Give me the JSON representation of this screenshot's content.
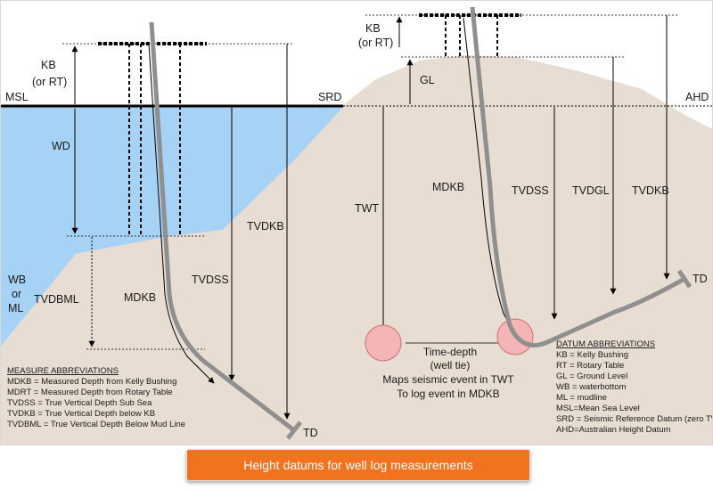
{
  "colors": {
    "water": "#a6d2f5",
    "ground": "#e8ddd2",
    "well": "#8f8f8f",
    "circle": "#f3b5b5",
    "caption_bg": "#f27220"
  },
  "labels": {
    "kb_left_1": "KB",
    "kb_left_2": "(or RT)",
    "msl": "MSL",
    "srd": "SRD",
    "ahd": "AHD",
    "wd": "WD",
    "wb_1": "WB",
    "wb_2": "or",
    "wb_3": "ML",
    "tvdbml": "TVDBML",
    "mdkb_left": "MDKB",
    "tvdss_left": "TVDSS",
    "tvdkb_left": "TVDKB",
    "td_left": "TD",
    "kb_right_1": "KB",
    "kb_right_2": "(or RT)",
    "gl": "GL",
    "twt": "TWT",
    "mdkb_right": "MDKB",
    "tvdss_right": "TVDSS",
    "tvdgl": "TVDGL",
    "tvdkb_right": "TVDKB",
    "td_right": "TD",
    "time_depth_1": "Time-depth",
    "time_depth_2": "(well tie)",
    "time_depth_3": "Maps seismic event in TWT",
    "time_depth_4": "To log event in MDKB"
  },
  "measure_abbreviations": {
    "title": "MEASURE ABBREVIATIONS",
    "items": [
      "MDKB = Measured Depth from Kelly Bushing",
      "MDRT = Measured Depth from Rotary Table",
      "TVDSS = True Vertical Depth Sub Sea",
      "TVDKB = True Vertical Depth below KB",
      "TVDBML = True Vertical Depth Below Mud Line"
    ]
  },
  "datum_abbreviations": {
    "title": "DATUM ABBREVIATIONS",
    "items": [
      "KB = Kelly Bushing",
      "RT = Rotary Table",
      "GL = Ground Level",
      "WB = waterbottom",
      "ML = mudline",
      "MSL=Mean Sea Level",
      "SRD = Seismic Reference Datum (zero TWT)",
      "AHD=Australian Height Datum"
    ]
  },
  "caption": "Height datums for well log measurements"
}
